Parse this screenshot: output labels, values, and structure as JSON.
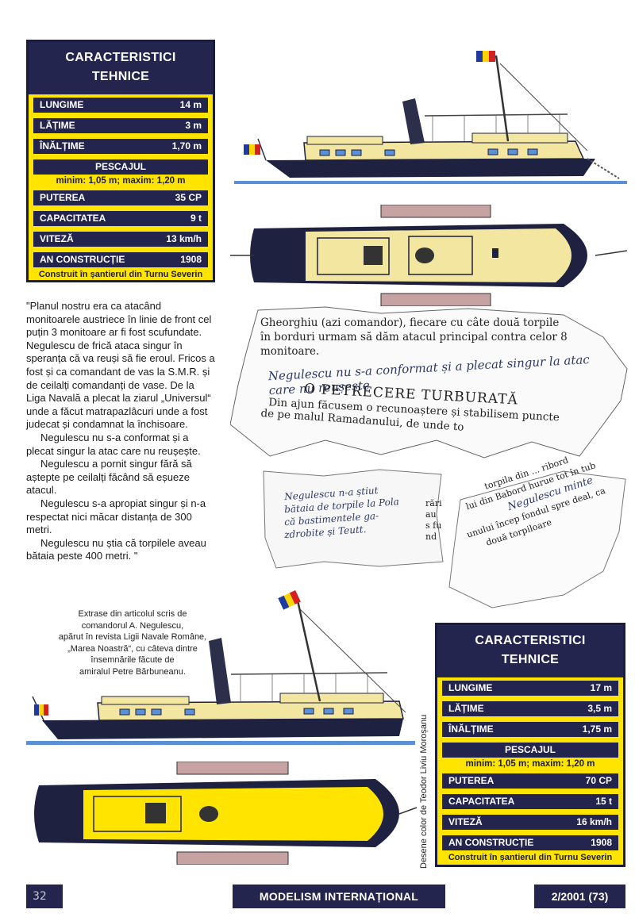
{
  "spec_box_1": {
    "title_line1": "CARACTERISTICI",
    "title_line2": "TEHNICE",
    "rows_top": [
      {
        "label": "LUNGIME",
        "value": "14 m"
      },
      {
        "label": "LĂȚIME",
        "value": "3 m"
      },
      {
        "label": "ÎNĂLȚIME",
        "value": "1,70 m"
      }
    ],
    "pescaj_label": "PESCAJUL",
    "pescaj_value": "minim: 1,05 m; maxim: 1,20 m",
    "rows_bottom": [
      {
        "label": "PUTEREA",
        "value": "35 CP"
      },
      {
        "label": "CAPACITATEA",
        "value": "9 t"
      },
      {
        "label": "VITEZĂ",
        "value": "13 km/h"
      },
      {
        "label": "AN CONSTRUCȚIE",
        "value": "1908"
      }
    ],
    "footer": "Construit în șantierul din Turnu Severin"
  },
  "spec_box_2": {
    "title_line1": "CARACTERISTICI",
    "title_line2": "TEHNICE",
    "rows_top": [
      {
        "label": "LUNGIME",
        "value": "17 m"
      },
      {
        "label": "LĂȚIME",
        "value": "3,5 m"
      },
      {
        "label": "ÎNĂLȚIME",
        "value": "1,75 m"
      }
    ],
    "pescaj_label": "PESCAJUL",
    "pescaj_value": "minim: 1,05 m; maxim: 1,20 m",
    "rows_bottom": [
      {
        "label": "PUTEREA",
        "value": "70 CP"
      },
      {
        "label": "CAPACITATEA",
        "value": "15 t"
      },
      {
        "label": "VITEZĂ",
        "value": "16 km/h"
      },
      {
        "label": "AN CONSTRUCȚIE",
        "value": "1908"
      }
    ],
    "footer": "Construit în șantierul din Turnu Severin"
  },
  "article": {
    "paragraphs": [
      "\"Planul nostru era ca atacând monitoarele austriece în linie de front cel puțin 3 monitoare ar fi fost scufundate. Negulescu de frică ataca singur în speranța că va reuși să fie eroul. Fricos a fost și ca comandant de vas la S.M.R. și de ceilalți comandanți de vase. De la Liga Navală a plecat la ziarul „Universul“ unde a făcut matrapazlâcuri unde a fost judecat și condamnat la închisoare.",
      "Negulescu nu s-a conformat și a plecat singur la atac care nu reușește.",
      "Negulescu a pornit singur fără să aștepte pe ceilalți făcând să eșueze atacul.",
      "Negulescu s-a apropiat singur și n-a respectat nici măcar distanța de 300 metri.",
      "Negulescu nu știa că torpilele aveau bătaia peste 400 metri. \""
    ]
  },
  "caption": {
    "lines": [
      "Extrase din articolul scris de",
      "comandorul A. Negulescu,",
      "apărut în revista Ligii Navale Române,",
      "„Marea Noastră“, cu câteva dintre",
      "însemnările făcute de",
      "amiralul Petre Bărbuneanu."
    ]
  },
  "clipping_1": {
    "line1": "Gheorghiu (azi comandor), fiecare cu câte două torpile",
    "line2": "în borduri urmam să dăm atacul principal contra celor 8",
    "line3": "monitoare.",
    "headline": "O PETRECERE TURBURATĂ",
    "line4": "Din ajun făcusem o recunoaștere și stabilisem puncte",
    "line5": "de pe malul Ramadanului, de unde to",
    "handwriting": "Negulescu nu s-a conformat și a plecat singur la atac care nu reușește"
  },
  "clipping_2": {
    "handwriting_1": "Negulescu n-a știut",
    "handwriting_2": "bătaia de torpile la Pola",
    "handwriting_3": "că bastimentele ga-",
    "handwriting_4": "zdrobite și Teutt.",
    "side_text": "rări au s fund"
  },
  "clipping_3": {
    "line1": "torpila din ... ribord",
    "line2": "lui din Babord hurue tot în tub",
    "line3": "unului încep fondul spre deal, ca",
    "line4": "două torpiloare",
    "handwriting": "Negulescu minte"
  },
  "credit": "Desene color de Teodor Liviu Moroșanu",
  "footer": {
    "page_number": "32",
    "publication": "MODELISM INTERNAȚIONAL",
    "issue": "2/2001 (73)"
  },
  "colors": {
    "navy": "#23254f",
    "yellow": "#ffe400",
    "deck": "#f2e6a0",
    "hull": "#1e2140",
    "water": "#5b8fd6"
  }
}
